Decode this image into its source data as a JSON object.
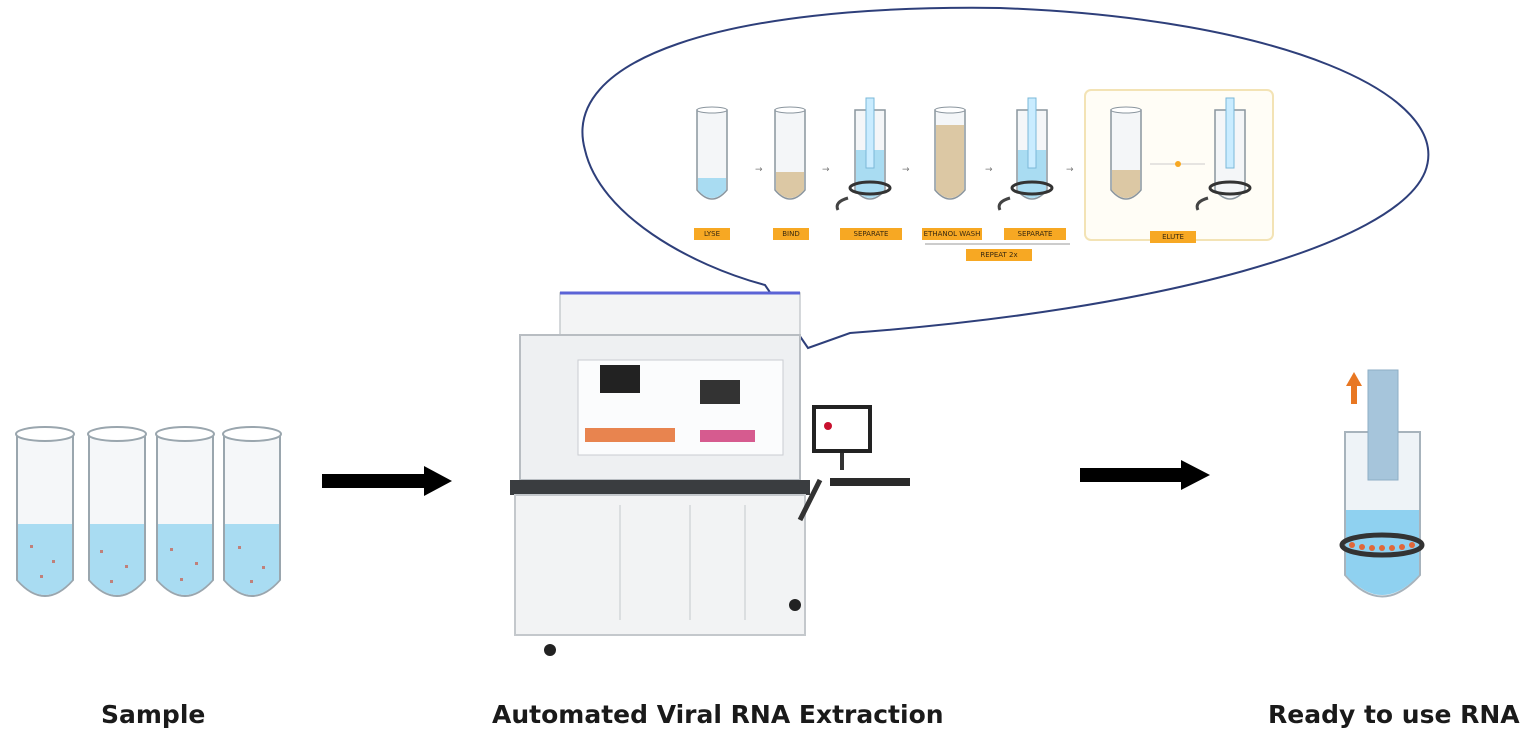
{
  "captions": {
    "sample": "Sample",
    "extraction": "Automated Viral RNA Extraction",
    "ready": "Ready to use RNA"
  },
  "steps": {
    "lyse": "LYSE",
    "bind": "BIND",
    "separate_1": "SEPARATE",
    "ethanol_wash": "ETHANOL WASH",
    "separate_2": "SEPARATE",
    "repeat": "REPEAT 2x",
    "elute": "ELUTE"
  },
  "colors": {
    "step_label_bg": "#f7a823",
    "bubble_outline": "#2e3f7a",
    "liquid_blue": "#a9dcf2",
    "arrow": "#000000"
  }
}
